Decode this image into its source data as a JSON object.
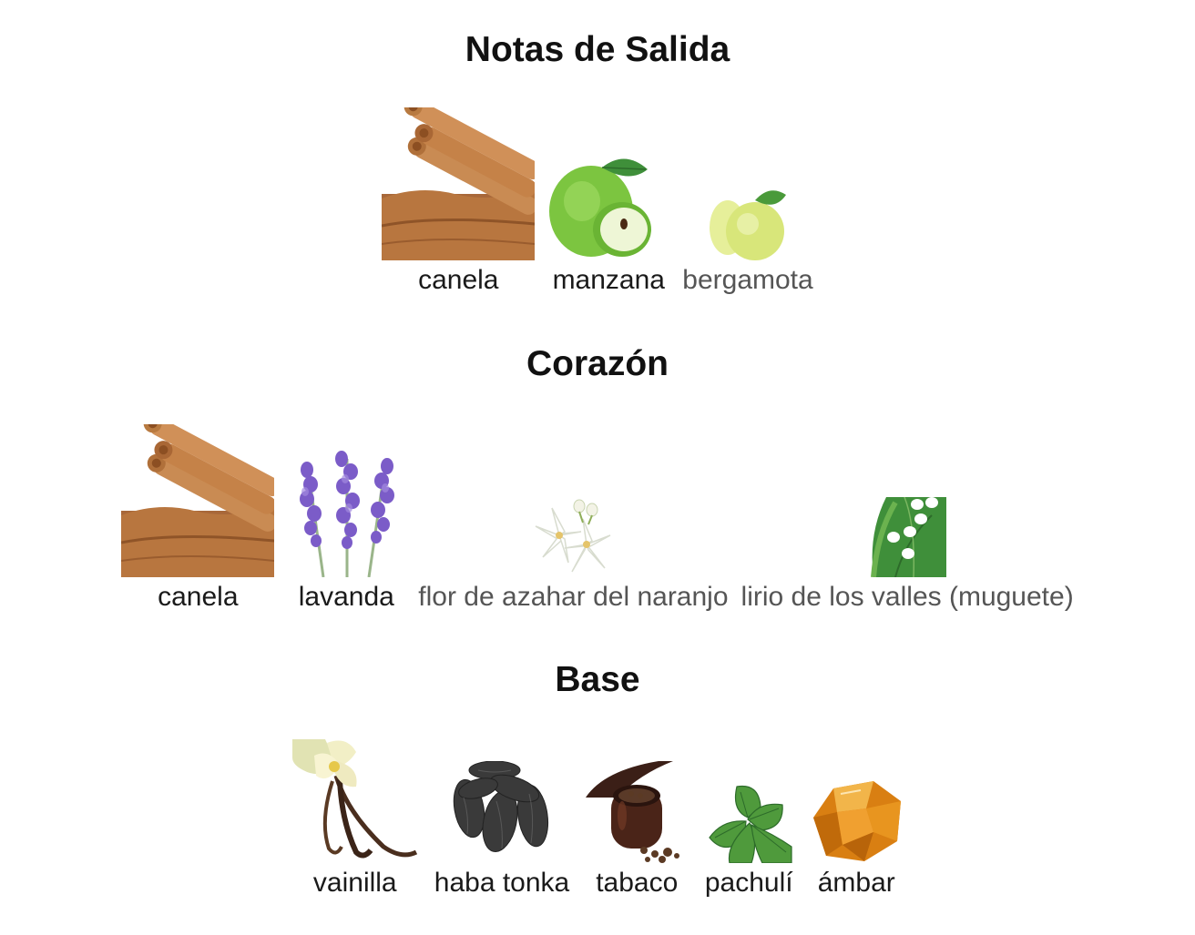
{
  "sections": [
    {
      "title": "Notas de Salida",
      "notes": [
        {
          "label": "canela",
          "icon": "cinnamon-icon"
        },
        {
          "label": "manzana",
          "icon": "apple-icon"
        },
        {
          "label": "bergamota",
          "icon": "bergamot-icon"
        }
      ]
    },
    {
      "title": "Corazón",
      "notes": [
        {
          "label": "canela",
          "icon": "cinnamon-icon"
        },
        {
          "label": "lavanda",
          "icon": "lavender-icon"
        },
        {
          "label": "flor de azahar del naranjo",
          "icon": "orange-blossom-icon"
        },
        {
          "label": "lirio de los valles (muguete)",
          "icon": "lily-of-the-valley-icon"
        }
      ]
    },
    {
      "title": "Base",
      "notes": [
        {
          "label": "vainilla",
          "icon": "vanilla-icon"
        },
        {
          "label": "haba tonka",
          "icon": "tonka-bean-icon"
        },
        {
          "label": "tabaco",
          "icon": "tobacco-icon"
        },
        {
          "label": "pachulí",
          "icon": "patchouli-icon"
        },
        {
          "label": "ámbar",
          "icon": "amber-icon"
        }
      ]
    }
  ],
  "colors": {
    "cinnamon": "#b8703a",
    "apple": "#7cc540",
    "bergamot": "#d8e67a",
    "lavender": "#7b5cc8",
    "leaf": "#3f8f3a",
    "amber": "#e08a1a",
    "tonka": "#3a3a3a",
    "pipe": "#3b1f17"
  }
}
